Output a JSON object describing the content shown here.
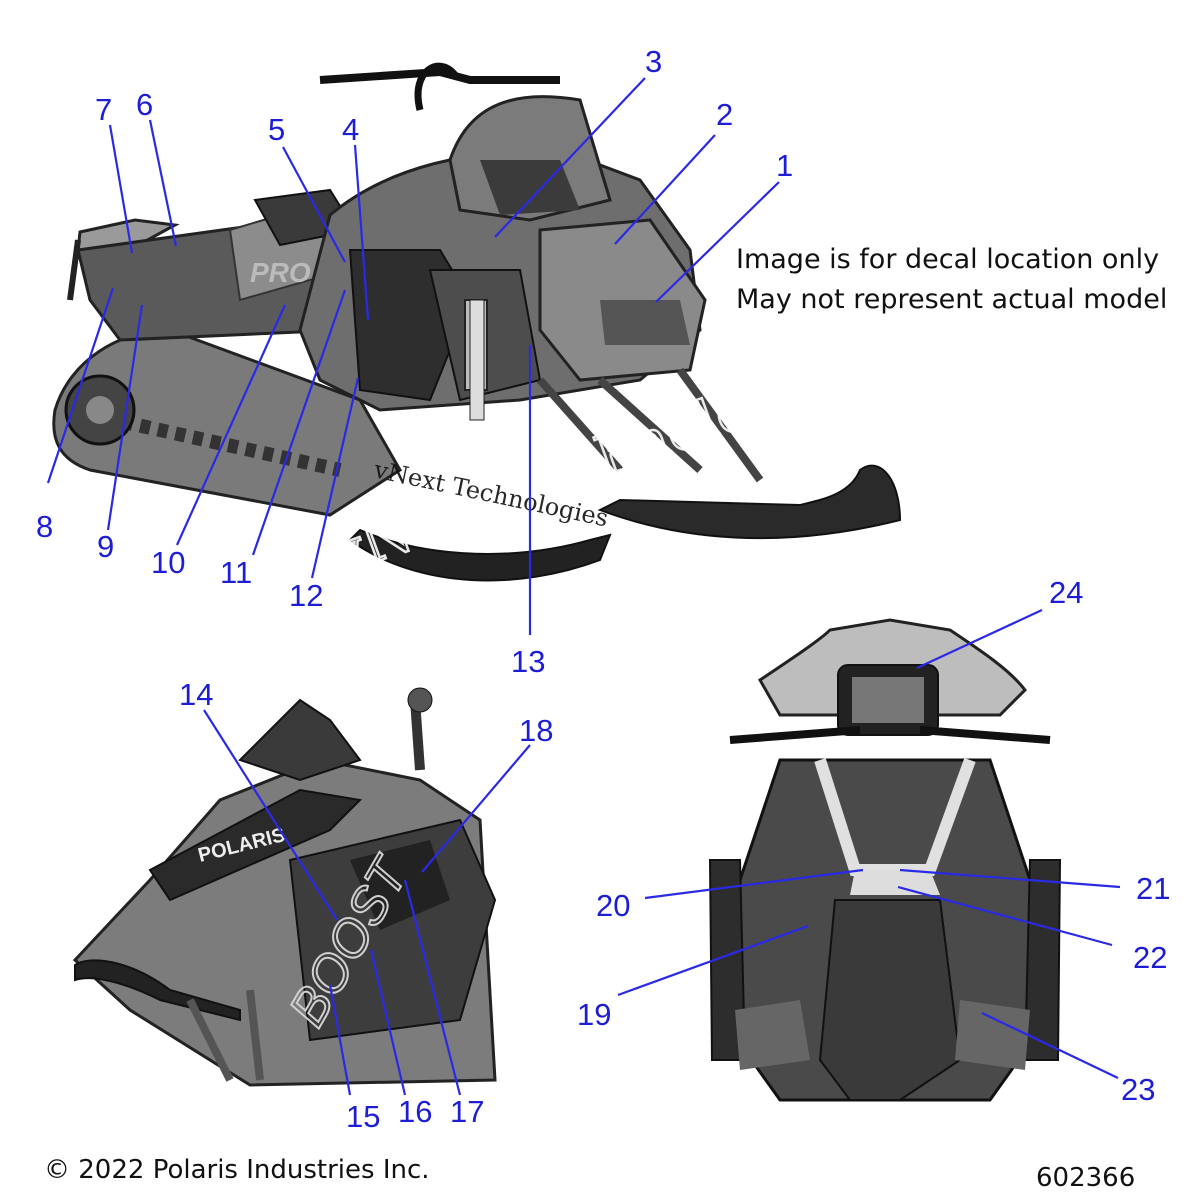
{
  "note": {
    "line1": "Image is for decal location only",
    "line2": "May not represent actual model"
  },
  "watermark": {
    "large": "vNext Technologies",
    "small": "vNext Technologies"
  },
  "footer": {
    "copyright": "© 2022 Polaris Industries Inc.",
    "part_number": "602366"
  },
  "decal_brands": {
    "side_brand": "POLARIS",
    "boost": "BOOST",
    "pro": "PRO"
  },
  "callouts": [
    {
      "id": "1"
    },
    {
      "id": "2"
    },
    {
      "id": "3"
    },
    {
      "id": "4"
    },
    {
      "id": "5"
    },
    {
      "id": "6"
    },
    {
      "id": "7"
    },
    {
      "id": "8"
    },
    {
      "id": "9"
    },
    {
      "id": "10"
    },
    {
      "id": "11"
    },
    {
      "id": "12"
    },
    {
      "id": "13"
    },
    {
      "id": "14"
    },
    {
      "id": "15"
    },
    {
      "id": "16"
    },
    {
      "id": "17"
    },
    {
      "id": "18"
    },
    {
      "id": "19"
    },
    {
      "id": "20"
    },
    {
      "id": "21"
    },
    {
      "id": "22"
    },
    {
      "id": "23"
    },
    {
      "id": "24"
    }
  ],
  "colors": {
    "callout": "#1d1dd6",
    "leader": "#2a2ae6"
  }
}
